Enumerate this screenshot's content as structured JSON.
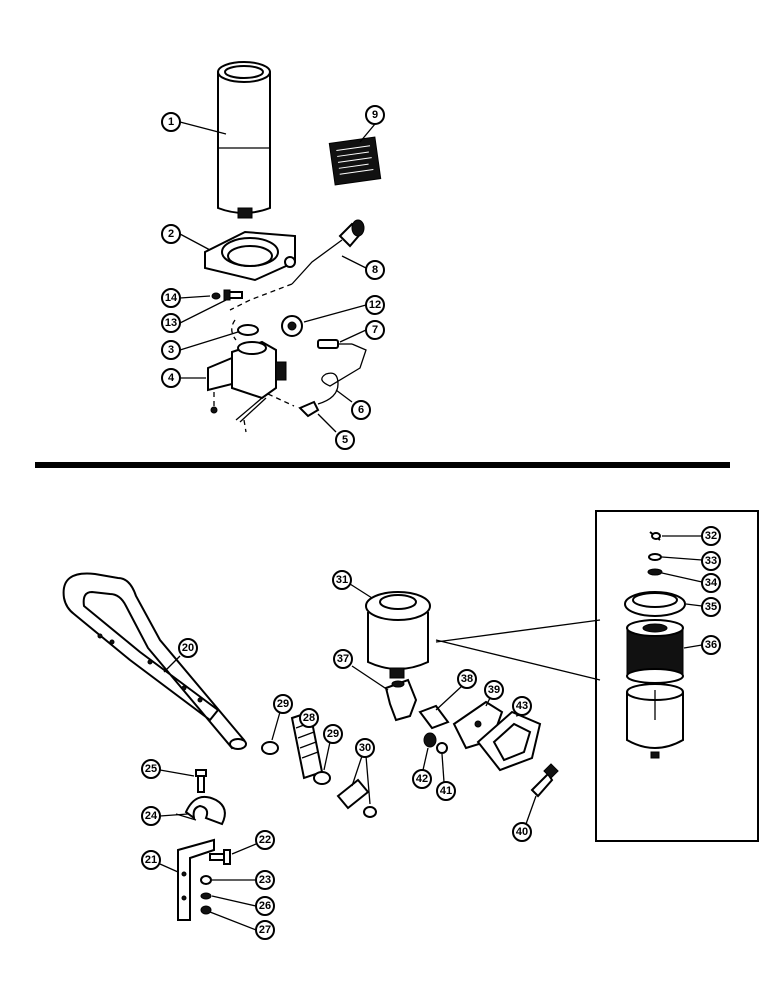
{
  "callouts": {
    "c1": "1",
    "c2": "2",
    "c3": "3",
    "c4": "4",
    "c5": "5",
    "c6": "6",
    "c7": "7",
    "c8": "8",
    "c9": "9",
    "c12": "12",
    "c13": "13",
    "c14": "14",
    "c20": "20",
    "c21": "21",
    "c22": "22",
    "c23": "23",
    "c24": "24",
    "c25": "25",
    "c26": "26",
    "c27": "27",
    "c28": "28",
    "c29a": "29",
    "c29b": "29",
    "c30": "30",
    "c31": "31",
    "c32": "32",
    "c33": "33",
    "c34": "34",
    "c35": "35",
    "c36": "36",
    "c37": "37",
    "c38": "38",
    "c39": "39",
    "c40": "40",
    "c41": "41",
    "c42": "42",
    "c43": "43"
  },
  "colors": {
    "ink": "#000000",
    "paper": "#ffffff"
  }
}
